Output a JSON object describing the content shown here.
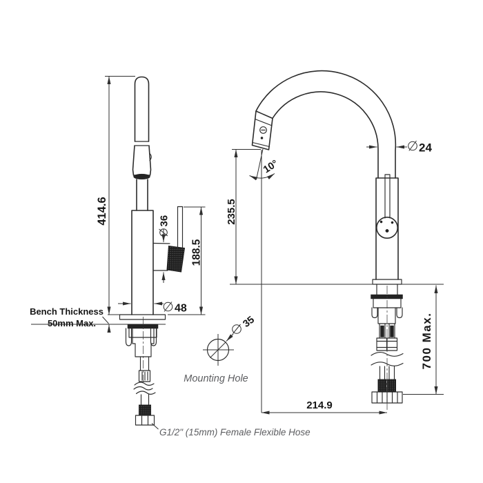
{
  "side_view": {
    "overall_height": "414.6",
    "handle_diameter": "36",
    "handle_height": "188.5",
    "body_diameter": "48",
    "bench_thickness_label": "Bench Thickness",
    "bench_thickness_value": "50mm Max.",
    "hose_label": "G1/2\" (15mm) Female Flexible Hose"
  },
  "front_view": {
    "spout_height": "235.5",
    "spray_angle": "10°",
    "spout_diameter": "24",
    "hose_length_max": "700  Max.",
    "spout_reach": "214.9"
  },
  "mounting_hole": {
    "diameter": "35",
    "label": "Mounting Hole"
  },
  "style": {
    "line_color": "#2b2b2b",
    "dim_text_color": "#161616",
    "annotation_color": "#5c5d60",
    "background": "#ffffff"
  }
}
